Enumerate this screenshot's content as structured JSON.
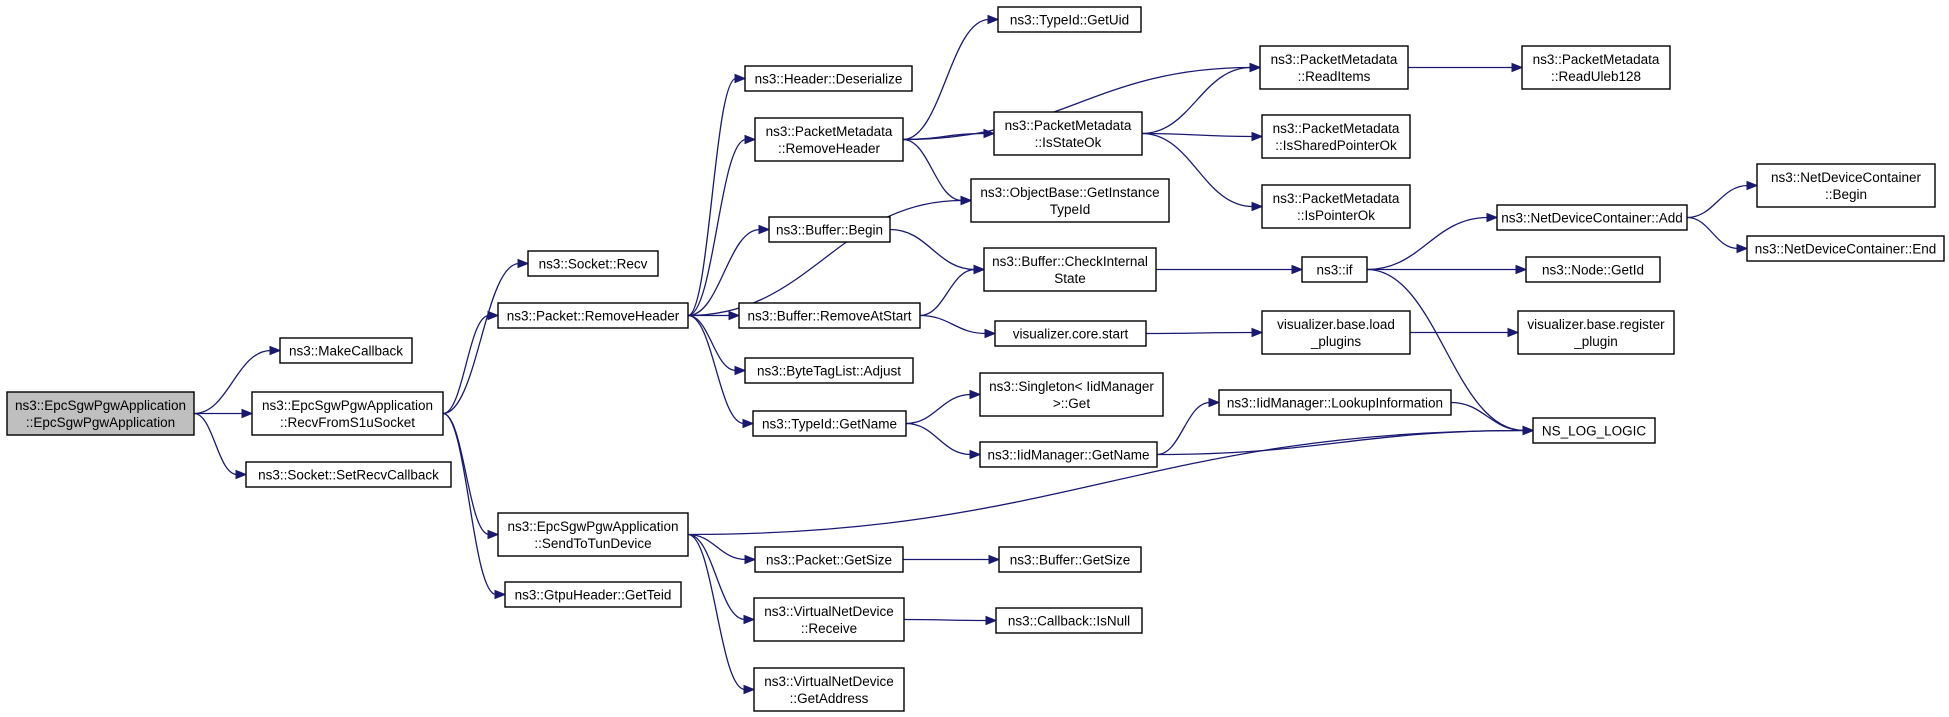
{
  "graph": {
    "edge_color": "#191970",
    "root_fill": "#bfbfbf",
    "nodes": [
      {
        "id": "root",
        "lines": [
          "ns3::EpcSgwPgwApplication",
          "::EpcSgwPgwApplication"
        ],
        "root": true
      },
      {
        "id": "makecallback",
        "lines": [
          "ns3::MakeCallback"
        ]
      },
      {
        "id": "recvfroms1u",
        "lines": [
          "ns3::EpcSgwPgwApplication",
          "::RecvFromS1uSocket"
        ]
      },
      {
        "id": "setrecvcallback",
        "lines": [
          "ns3::Socket::SetRecvCallback"
        ]
      },
      {
        "id": "socketrecv",
        "lines": [
          "ns3::Socket::Recv"
        ]
      },
      {
        "id": "packetremoveheader",
        "lines": [
          "ns3::Packet::RemoveHeader"
        ]
      },
      {
        "id": "sendtotun",
        "lines": [
          "ns3::EpcSgwPgwApplication",
          "::SendToTunDevice"
        ]
      },
      {
        "id": "gtpugetteid",
        "lines": [
          "ns3::GtpuHeader::GetTeid"
        ]
      },
      {
        "id": "headerdeserialize",
        "lines": [
          "ns3::Header::Deserialize"
        ]
      },
      {
        "id": "pmremoveheader",
        "lines": [
          "ns3::PacketMetadata",
          "::RemoveHeader"
        ]
      },
      {
        "id": "bufferbegin",
        "lines": [
          "ns3::Buffer::Begin"
        ]
      },
      {
        "id": "bufferremoveatstart",
        "lines": [
          "ns3::Buffer::RemoveAtStart"
        ]
      },
      {
        "id": "bytetaglistadjust",
        "lines": [
          "ns3::ByteTagList::Adjust"
        ]
      },
      {
        "id": "typeidgetname",
        "lines": [
          "ns3::TypeId::GetName"
        ]
      },
      {
        "id": "packetgetsize",
        "lines": [
          "ns3::Packet::GetSize"
        ]
      },
      {
        "id": "vndreceive",
        "lines": [
          "ns3::VirtualNetDevice",
          "::Receive"
        ]
      },
      {
        "id": "vndgetaddress",
        "lines": [
          "ns3::VirtualNetDevice",
          "::GetAddress"
        ]
      },
      {
        "id": "typeidgetuid",
        "lines": [
          "ns3::TypeId::GetUid"
        ]
      },
      {
        "id": "pmisstateok",
        "lines": [
          "ns3::PacketMetadata",
          "::IsStateOk"
        ]
      },
      {
        "id": "objectbasegetinstance",
        "lines": [
          "ns3::ObjectBase::GetInstance",
          "TypeId"
        ]
      },
      {
        "id": "buffercheckinternal",
        "lines": [
          "ns3::Buffer::CheckInternal",
          "State"
        ]
      },
      {
        "id": "visualizercorestart",
        "lines": [
          "visualizer.core.start"
        ]
      },
      {
        "id": "singletonget",
        "lines": [
          "ns3::Singleton< IidManager",
          " >::Get"
        ]
      },
      {
        "id": "iidmanagergetname",
        "lines": [
          "ns3::IidManager::GetName"
        ]
      },
      {
        "id": "buffergetsize",
        "lines": [
          "ns3::Buffer::GetSize"
        ]
      },
      {
        "id": "callbackisnull",
        "lines": [
          "ns3::Callback::IsNull"
        ]
      },
      {
        "id": "pmreaditems",
        "lines": [
          "ns3::PacketMetadata",
          "::ReadItems"
        ]
      },
      {
        "id": "pmissharedpointerok",
        "lines": [
          "ns3::PacketMetadata",
          "::IsSharedPointerOk"
        ]
      },
      {
        "id": "pmispointerok",
        "lines": [
          "ns3::PacketMetadata",
          "::IsPointerOk"
        ]
      },
      {
        "id": "nsif",
        "lines": [
          "ns3::if"
        ]
      },
      {
        "id": "vizbaseloadplugins",
        "lines": [
          "visualizer.base.load",
          "_plugins"
        ]
      },
      {
        "id": "iidmanagerlookup",
        "lines": [
          "ns3::IidManager::LookupInformation"
        ]
      },
      {
        "id": "pmreaduleb128",
        "lines": [
          "ns3::PacketMetadata",
          "::ReadUleb128"
        ]
      },
      {
        "id": "ndcadd",
        "lines": [
          "ns3::NetDeviceContainer::Add"
        ]
      },
      {
        "id": "nodegetid",
        "lines": [
          "ns3::Node::GetId"
        ]
      },
      {
        "id": "vizbaseregisterplugin",
        "lines": [
          "visualizer.base.register",
          "_plugin"
        ]
      },
      {
        "id": "nslogLogic",
        "lines": [
          "NS_LOG_LOGIC"
        ]
      },
      {
        "id": "ndcbegin",
        "lines": [
          "ns3::NetDeviceContainer",
          "::Begin"
        ]
      },
      {
        "id": "ndcend",
        "lines": [
          "ns3::NetDeviceContainer::End"
        ]
      }
    ],
    "edges": [
      [
        "root",
        "makecallback"
      ],
      [
        "root",
        "recvfroms1u"
      ],
      [
        "root",
        "setrecvcallback"
      ],
      [
        "recvfroms1u",
        "socketrecv"
      ],
      [
        "recvfroms1u",
        "packetremoveheader"
      ],
      [
        "recvfroms1u",
        "sendtotun"
      ],
      [
        "recvfroms1u",
        "gtpugetteid"
      ],
      [
        "packetremoveheader",
        "headerdeserialize"
      ],
      [
        "packetremoveheader",
        "pmremoveheader"
      ],
      [
        "packetremoveheader",
        "objectbasegetinstance"
      ],
      [
        "packetremoveheader",
        "bufferbegin"
      ],
      [
        "packetremoveheader",
        "bufferremoveatstart"
      ],
      [
        "packetremoveheader",
        "bytetaglistadjust"
      ],
      [
        "packetremoveheader",
        "typeidgetname"
      ],
      [
        "pmremoveheader",
        "typeidgetuid"
      ],
      [
        "pmremoveheader",
        "pmreaditems"
      ],
      [
        "pmremoveheader",
        "pmisstateok"
      ],
      [
        "pmremoveheader",
        "objectbasegetinstance"
      ],
      [
        "pmisstateok",
        "pmreaditems"
      ],
      [
        "pmisstateok",
        "pmissharedpointerok"
      ],
      [
        "pmisstateok",
        "pmispointerok"
      ],
      [
        "pmreaditems",
        "pmreaduleb128"
      ],
      [
        "bufferbegin",
        "buffercheckinternal"
      ],
      [
        "bufferremoveatstart",
        "buffercheckinternal"
      ],
      [
        "bufferremoveatstart",
        "visualizercorestart"
      ],
      [
        "buffercheckinternal",
        "nsif"
      ],
      [
        "nsif",
        "ndcadd"
      ],
      [
        "nsif",
        "nodegetid"
      ],
      [
        "nsif",
        "nslogLogic"
      ],
      [
        "ndcadd",
        "ndcbegin"
      ],
      [
        "ndcadd",
        "ndcend"
      ],
      [
        "visualizercorestart",
        "vizbaseloadplugins"
      ],
      [
        "vizbaseloadplugins",
        "vizbaseregisterplugin"
      ],
      [
        "typeidgetname",
        "singletonget"
      ],
      [
        "typeidgetname",
        "iidmanagergetname"
      ],
      [
        "iidmanagergetname",
        "iidmanagerlookup"
      ],
      [
        "iidmanagergetname",
        "nslogLogic"
      ],
      [
        "iidmanagerlookup",
        "nslogLogic"
      ],
      [
        "sendtotun",
        "nslogLogic"
      ],
      [
        "sendtotun",
        "packetgetsize"
      ],
      [
        "sendtotun",
        "vndreceive"
      ],
      [
        "sendtotun",
        "vndgetaddress"
      ],
      [
        "packetgetsize",
        "buffergetsize"
      ],
      [
        "vndreceive",
        "callbackisnull"
      ]
    ]
  }
}
